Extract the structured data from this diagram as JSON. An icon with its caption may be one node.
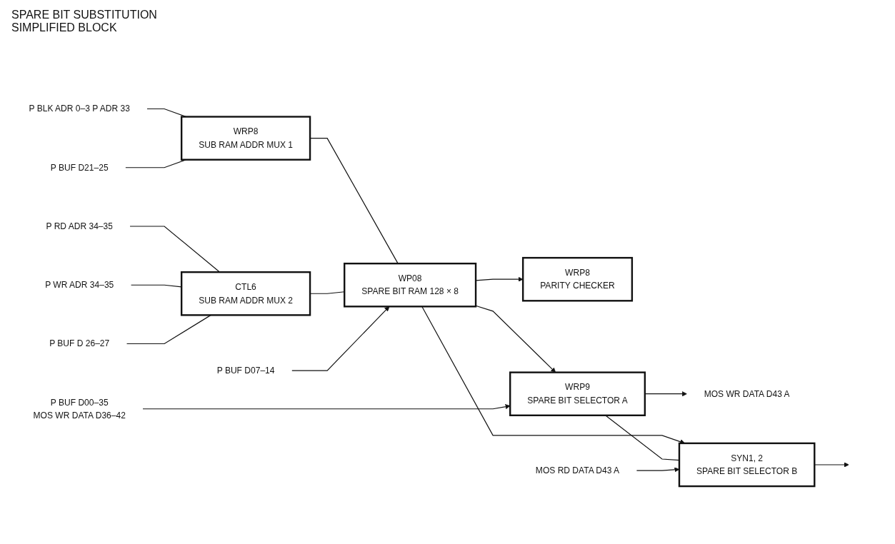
{
  "diagram": {
    "title": "SPARE BIT SUBSTITUTION SIMPLIFIED BLOCK",
    "nodes": [
      {
        "text": [
          "P BLK ADR 0–3 P ADR 33"
        ]
      },
      {
        "text": [
          "P BUF D21–25"
        ]
      },
      {
        "text": [
          "WRP8",
          "SUB RAM ADDR MUX 1"
        ]
      },
      {
        "text": [
          "P RD ADR 34–35"
        ]
      },
      {
        "text": [
          "P WR ADR 34–35"
        ]
      },
      {
        "text": [
          "P BUF D 26–27"
        ]
      },
      {
        "text": [
          "CTL6",
          "SUB RAM ADDR MUX 2"
        ]
      },
      {
        "text": [
          "WP08",
          "SPARE BIT RAM 128 × 8"
        ]
      },
      {
        "text": [
          "P BUF D07–14"
        ]
      },
      {
        "text": [
          "WRP8",
          "PARITY CHECKER"
        ]
      },
      {
        "text": [
          "P BUF D00–35",
          "MOS WR DATA D36–42"
        ]
      },
      {
        "text": [
          "WRP9",
          "SPARE BIT SELECTOR A"
        ]
      },
      {
        "text": [
          "MOS WR DATA D43 A"
        ]
      },
      {
        "text": [
          "SYN1, 2",
          "SPARE BIT SELECTOR B"
        ]
      },
      {
        "text": [
          "MOS RD DATA D43 A"
        ]
      }
    ],
    "edges": [
      {
        "from": 0,
        "to": 2,
        "arrow": "none"
      },
      {
        "from": 1,
        "to": 2,
        "arrow": "none"
      },
      {
        "from": 3,
        "to": 6,
        "arrow": "none"
      },
      {
        "from": 4,
        "to": 6,
        "arrow": "none"
      },
      {
        "from": 5,
        "to": 6,
        "arrow": "none"
      },
      {
        "from": 2,
        "to": 7,
        "arrow": "none"
      },
      {
        "from": 6,
        "to": 7,
        "arrow": "none"
      },
      {
        "from": 8,
        "to": 7,
        "arrow": "to"
      },
      {
        "from": 7,
        "to": 9,
        "arrow": "to"
      },
      {
        "from": 7,
        "to": 11,
        "arrow": "to"
      },
      {
        "from": 7,
        "to": 13,
        "arrow": "to"
      },
      {
        "from": 11,
        "to": 13,
        "arrow": "none"
      },
      {
        "from": 10,
        "to": 11,
        "arrow": "to"
      },
      {
        "from": 11,
        "to": 12,
        "arrow": "to"
      },
      {
        "from": 14,
        "to": 13,
        "arrow": "to"
      },
      {
        "from": 13,
        "to": null,
        "arrow": "to"
      }
    ]
  }
}
